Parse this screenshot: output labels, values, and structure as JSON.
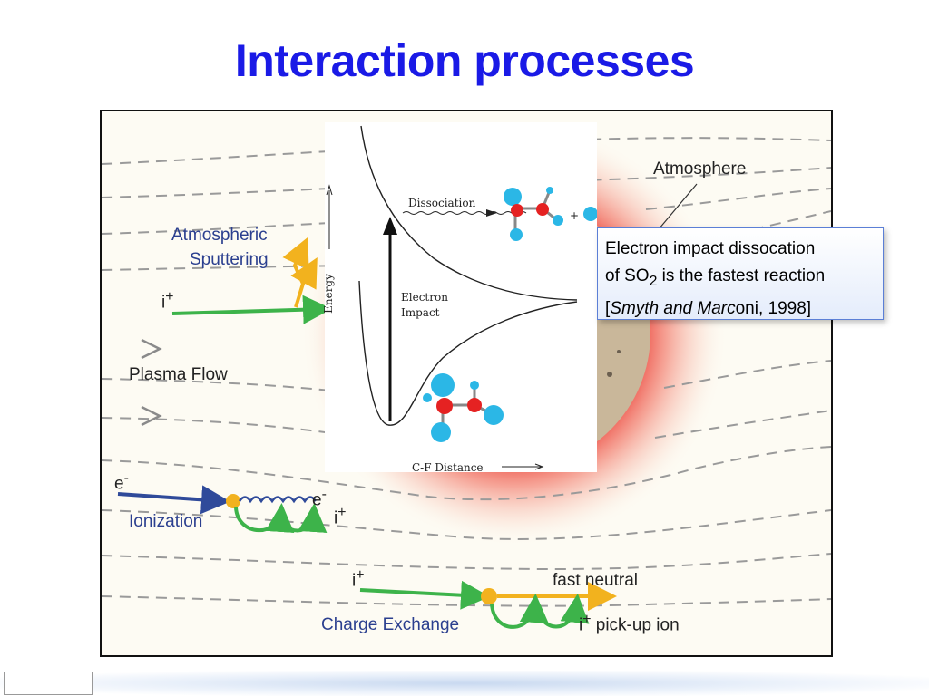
{
  "slide": {
    "title": "Interaction processes"
  },
  "diagram": {
    "labels": {
      "atmosphere": "Atmosphere",
      "atmospheric": "Atmospheric",
      "sputtering": "Sputtering",
      "ion_i": "i",
      "plus": "+",
      "plasma_flow": "Plasma Flow",
      "electron_e": "e",
      "minus": "-",
      "ionization": "Ionization",
      "fast_neutral": "fast neutral",
      "charge_exchange": "Charge Exchange",
      "pick_up_ion": "pick-up ion"
    },
    "inset": {
      "dissociation": "Dissociation",
      "energy": "Energy",
      "electron": "Electron",
      "impact": "Impact",
      "plus": "+",
      "cf_distance": "C-F Distance"
    },
    "callout": {
      "line1": "Electron impact dissocation",
      "line2_prefix": "of SO",
      "line2_sub": "2",
      "line2_suffix": " is the fastest reaction",
      "line3_open": "[",
      "line3_italic": "Smyth and Marc",
      "line3_rest": "oni, 1998]"
    },
    "colors": {
      "title": "#1a1ae6",
      "ion_arrow": "#3db34a",
      "sputter_arrow": "#f2b21e",
      "electron_arrow": "#2f4a9a",
      "moon_glow": "#e8251e",
      "flow_lines": "#9a9a9a"
    }
  }
}
